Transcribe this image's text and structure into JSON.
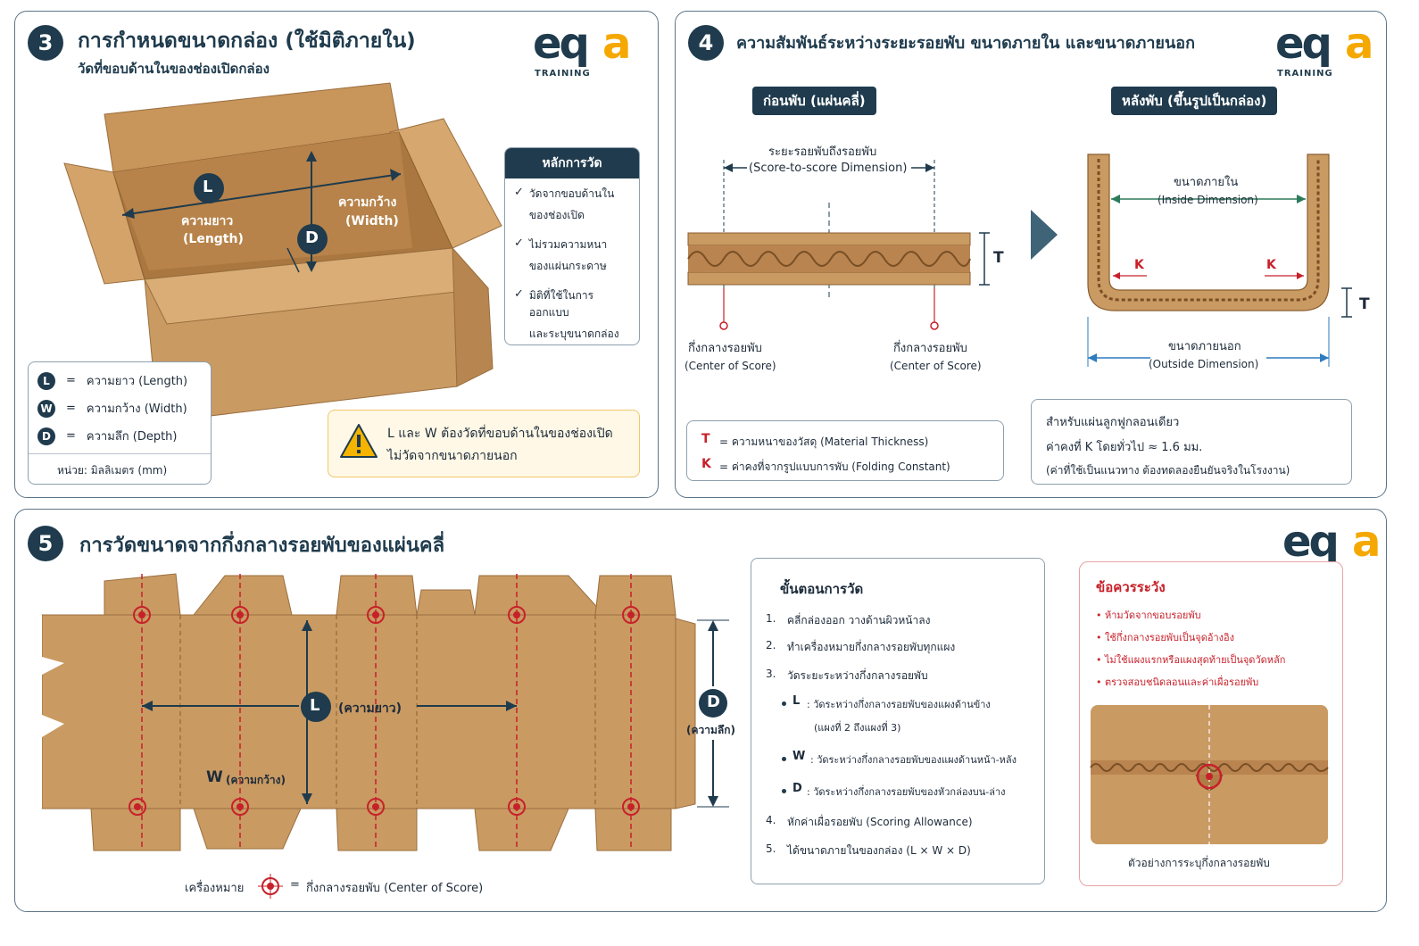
{
  "panel3": {
    "number": "3",
    "title": "การกำหนดขนาดกล่อง (ใช้มิติภายใน)",
    "subtitle": "วัดที่ขอบด้านในของช่องเปิดกล่อง",
    "label_L": "L",
    "label_D": "D",
    "length_th": "ความยาว",
    "length_en": "(Length)",
    "width_th": "ความกว้าง",
    "width_en": "(Width)",
    "principles_title": "หลักการวัด",
    "principles": [
      {
        "mark": "✓",
        "line1": "วัดจากขอบด้านใน",
        "line2": "ของช่องเปิด"
      },
      {
        "mark": "✓",
        "line1": "ไม่รวมความหนา",
        "line2": "ของแผ่นกระดาษ"
      },
      {
        "mark": "✓",
        "line1": "มิติที่ใช้ในการออกแบบ",
        "line2": "และระบุขนาดกล่อง"
      }
    ],
    "legend": [
      {
        "key": "L",
        "eq": "=",
        "text": "ความยาว (Length)"
      },
      {
        "key": "W",
        "eq": "=",
        "text": "ความกว้าง (Width)"
      },
      {
        "key": "D",
        "eq": "=",
        "text": "ความลึก (Depth)"
      }
    ],
    "unit": "หน่วย: มิลลิเมตร (mm)",
    "warning_line1": "L และ W ต้องวัดที่ขอบด้านในของช่องเปิด",
    "warning_line2": "ไม่วัดจากขนาดภายนอก"
  },
  "panel4": {
    "number": "4",
    "title": "ความสัมพันธ์ระหว่างระยะรอยพับ ขนาดภายใน และขนาดภายนอก",
    "before_tag": "ก่อนพับ (แผ่นคลี่)",
    "after_tag": "หลังพับ (ขึ้นรูปเป็นกล่อง)",
    "score_th": "ระยะรอยพับถึงรอยพับ",
    "score_en": "(Score-to-score Dimension)",
    "T": "T",
    "center_th_left": "กึ่งกลางรอยพับ",
    "center_en_left": "(Center of Score)",
    "center_th_right": "กึ่งกลางรอยพับ",
    "center_en_right": "(Center of Score)",
    "inside_th": "ขนาดภายใน",
    "inside_en": "(Inside Dimension)",
    "K": "K",
    "outside_th": "ขนาดภายนอก",
    "outside_en": "(Outside Dimension)",
    "def_T_key": "T",
    "def_T": "=  ความหนาของวัสดุ (Material Thickness)",
    "def_K_key": "K",
    "def_K": "=  ค่าคงที่จากรูปแบบการพับ (Folding Constant)",
    "note_line1": "สำหรับแผ่นลูกฟูกลอนเดียว",
    "note_line2": "ค่าคงที่ K โดยทั่วไป ≈ 1.6 มม.",
    "note_line3": "(ค่าที่ใช้เป็นแนวทาง ต้องทดลองยืนยันจริงในโรงงาน)"
  },
  "panel5": {
    "number": "5",
    "title": "การวัดขนาดจากกึ่งกลางรอยพับของแผ่นคลี่",
    "L": "L",
    "L_label": "(ความยาว)",
    "W": "W",
    "W_label": "(ความกว้าง)",
    "D": "D",
    "D_label": "(ความลึก)",
    "marker_label": "เครื่องหมาย",
    "marker_eq": "=",
    "marker_text": "กึ่งกลางรอยพับ (Center of Score)",
    "steps_title": "ขั้นตอนการวัด",
    "steps": [
      {
        "n": "1.",
        "text": "คลี่กล่องออก วางด้านผิวหน้าลง"
      },
      {
        "n": "2.",
        "text": "ทำเครื่องหมายกึ่งกลางรอยพับทุกแผง"
      },
      {
        "n": "3.",
        "text": "วัดระยะระหว่างกึ่งกลางรอยพับ"
      }
    ],
    "substeps": [
      {
        "key": "L",
        "text": ":  วัดระหว่างกึ่งกลางรอยพับของแผงด้านข้าง",
        "text2": "(แผงที่ 2 ถึงแผงที่ 3)"
      },
      {
        "key": "W",
        "text": ":  วัดระหว่างกึ่งกลางรอยพับของแผงด้านหน้า-หลัง",
        "text2": ""
      },
      {
        "key": "D",
        "text": ":  วัดระหว่างกึ่งกลางรอยพับของหัวกล่องบน-ล่าง",
        "text2": ""
      }
    ],
    "steps_tail": [
      {
        "n": "4.",
        "text": "หักค่าเผื่อรอยพับ (Scoring Allowance)"
      },
      {
        "n": "5.",
        "text": "ได้ขนาดภายในของกล่อง (L × W × D)"
      }
    ],
    "caution_title": "ข้อควรระวัง",
    "cautions": [
      "ห้ามวัดจากขอบรอยพับ",
      "ใช้กึ่งกลางรอยพับเป็นจุดอ้างอิง",
      "ไม่ใช้แผงแรกหรือแผงสุดท้ายเป็นจุดวัดหลัก",
      "ตรวจสอบชนิดลอนและค่าเผื่อรอยพับ"
    ],
    "photo_caption": "ตัวอย่างการระบุกึ่งกลางรอยพับ"
  },
  "logo": {
    "eq": "eq",
    "a": "a",
    "training": "TRAINING"
  },
  "colors": {
    "navy": "#1f3b4d",
    "kraft": "#c99a62",
    "accent": "#f4a800",
    "red": "#c8202a",
    "blue": "#2e7bbf"
  }
}
